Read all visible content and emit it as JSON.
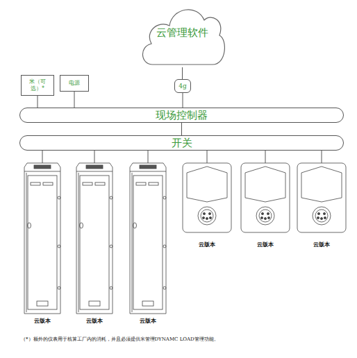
{
  "diagram": {
    "caption": "（*）额外的仪表用于核算工厂内的消耗，并且必须提供米管理DYNAMC LOAD管理功能。",
    "nodes": [
      {
        "text": [
          "云管理软件"
        ]
      },
      {
        "text": [
          "米（可 选）*"
        ]
      },
      {
        "text": [
          "电源"
        ]
      },
      {
        "text": [
          "4g"
        ]
      },
      {
        "text": [
          "现场控制器"
        ]
      },
      {
        "text": [
          "开关"
        ]
      },
      {
        "text": [
          "云版本"
        ]
      },
      {
        "text": [
          "云版本"
        ]
      },
      {
        "text": [
          "云版本"
        ]
      },
      {
        "text": [
          "云版本"
        ]
      },
      {
        "text": [
          "云版本"
        ]
      },
      {
        "text": [
          "云版本"
        ]
      }
    ],
    "edges": [
      {
        "from": 0,
        "to": 3,
        "arrow": "none"
      },
      {
        "from": 3,
        "to": 4,
        "arrow": "none"
      },
      {
        "from": 1,
        "to": 4,
        "arrow": "none"
      },
      {
        "from": 2,
        "to": 4,
        "arrow": "none"
      },
      {
        "from": 4,
        "to": 5,
        "arrow": "none"
      },
      {
        "from": 5,
        "to": 6,
        "arrow": "none"
      },
      {
        "from": 5,
        "to": 7,
        "arrow": "none"
      },
      {
        "from": 5,
        "to": 8,
        "arrow": "none"
      },
      {
        "from": 5,
        "to": 9,
        "arrow": "none"
      },
      {
        "from": 5,
        "to": 10,
        "arrow": "none"
      },
      {
        "from": 5,
        "to": 11,
        "arrow": "none"
      }
    ]
  }
}
